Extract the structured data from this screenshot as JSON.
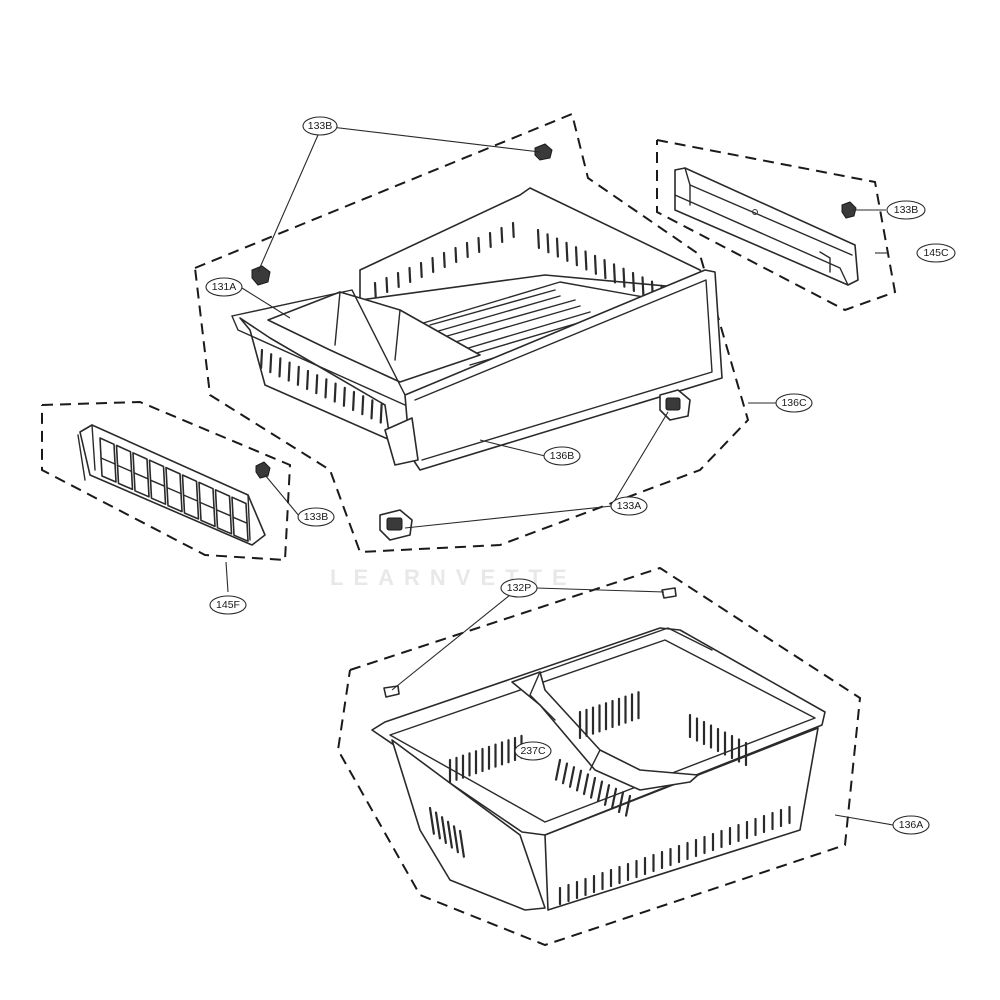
{
  "callouts": [
    {
      "id": "133B_top",
      "label": "133B"
    },
    {
      "id": "131A",
      "label": "131A"
    },
    {
      "id": "133B_right",
      "label": "133B"
    },
    {
      "id": "145C",
      "label": "145C"
    },
    {
      "id": "136C",
      "label": "136C"
    },
    {
      "id": "136B",
      "label": "136B"
    },
    {
      "id": "133A",
      "label": "133A"
    },
    {
      "id": "133B_left",
      "label": "133B"
    },
    {
      "id": "145F",
      "label": "145F"
    },
    {
      "id": "132P",
      "label": "132P"
    },
    {
      "id": "237C",
      "label": "237C"
    },
    {
      "id": "136A",
      "label": "136A"
    }
  ]
}
